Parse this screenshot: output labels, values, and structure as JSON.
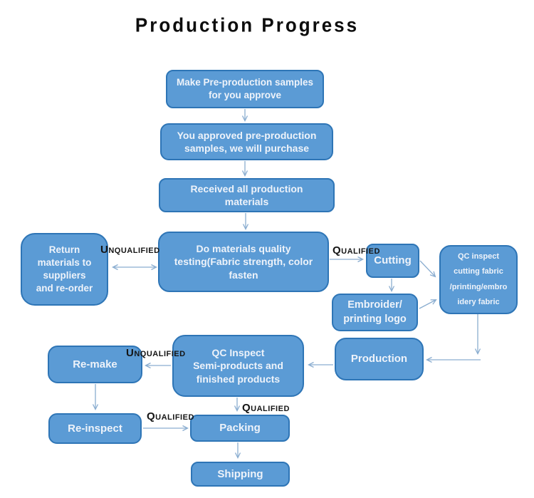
{
  "title": "Production Progress",
  "colors": {
    "box_fill": "#5b9bd5",
    "box_border": "#2e75b6",
    "box_text": "#eef3fa",
    "arrow": "#8aadd0",
    "label_text": "#141414",
    "background": "#ffffff"
  },
  "nodes": {
    "make_samples": {
      "label": "Make Pre-production samples\nfor you approve"
    },
    "approved": {
      "label": "You approved pre-production\nsamples, we will purchase"
    },
    "received": {
      "label": "Received all production\nmaterials"
    },
    "testing": {
      "label": "Do materials quality\ntesting(Fabric strength, color\nfasten"
    },
    "return_materials": {
      "label": "Return\nmaterials to\nsuppliers\nand re-order"
    },
    "cutting": {
      "label": "Cutting"
    },
    "qc_cutting": {
      "label": "QC inspect\ncutting fabric\n/printing/embro\nidery fabric"
    },
    "embroider": {
      "label": "Embroider/\nprinting logo"
    },
    "production": {
      "label": "Production"
    },
    "qc_semi": {
      "label": "QC Inspect\nSemi-products and\nfinished products"
    },
    "remake": {
      "label": "Re-make"
    },
    "reinspect": {
      "label": "Re-inspect"
    },
    "packing": {
      "label": "Packing"
    },
    "shipping": {
      "label": "Shipping"
    }
  },
  "edge_labels": {
    "unqualified_materials": "Unqualified",
    "qualified_materials": "Qualified",
    "unqualified_products": "Unqualified",
    "qualified_reinspect": "Qualified",
    "qualified_packing": "Qualified"
  },
  "edges": [
    {
      "from": "make_samples",
      "to": "approved"
    },
    {
      "from": "approved",
      "to": "received"
    },
    {
      "from": "received",
      "to": "testing"
    },
    {
      "from": "testing",
      "to": "return_materials",
      "label": "Unqualified",
      "style": "double"
    },
    {
      "from": "testing",
      "to": "cutting",
      "label": "Qualified"
    },
    {
      "from": "cutting",
      "to": "embroider"
    },
    {
      "from": "cutting",
      "to": "qc_cutting"
    },
    {
      "from": "embroider",
      "to": "qc_cutting"
    },
    {
      "from": "qc_cutting",
      "to": "production"
    },
    {
      "from": "production",
      "to": "qc_semi"
    },
    {
      "from": "qc_semi",
      "to": "remake",
      "label": "Unqualified"
    },
    {
      "from": "remake",
      "to": "reinspect"
    },
    {
      "from": "reinspect",
      "to": "packing",
      "label": "Qualified"
    },
    {
      "from": "qc_semi",
      "to": "packing",
      "label": "Qualified"
    },
    {
      "from": "packing",
      "to": "shipping"
    }
  ]
}
